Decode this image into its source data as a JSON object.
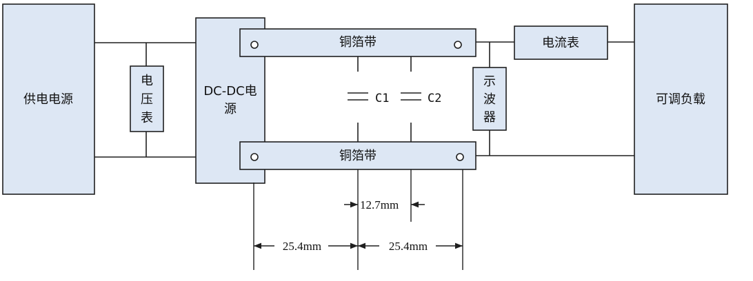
{
  "blocks": {
    "power_supply": "供电电源",
    "voltmeter": [
      "电",
      "压",
      "表"
    ],
    "dcdc": [
      "DC-DC电",
      "源"
    ],
    "foil_top": "铜箔带",
    "foil_bottom": "铜箔带",
    "ammeter": "电流表",
    "oscilloscope": [
      "示",
      "波",
      "器"
    ],
    "load": "可调负载"
  },
  "capacitors": {
    "c1": "C1",
    "c2": "C2"
  },
  "dimensions": {
    "spacing_12": "12.7mm",
    "spacing_25_left": "25.4mm",
    "spacing_25_right": "25.4mm"
  },
  "colors": {
    "block_fill": "#dde7f4",
    "line": "#1f1f1f"
  }
}
